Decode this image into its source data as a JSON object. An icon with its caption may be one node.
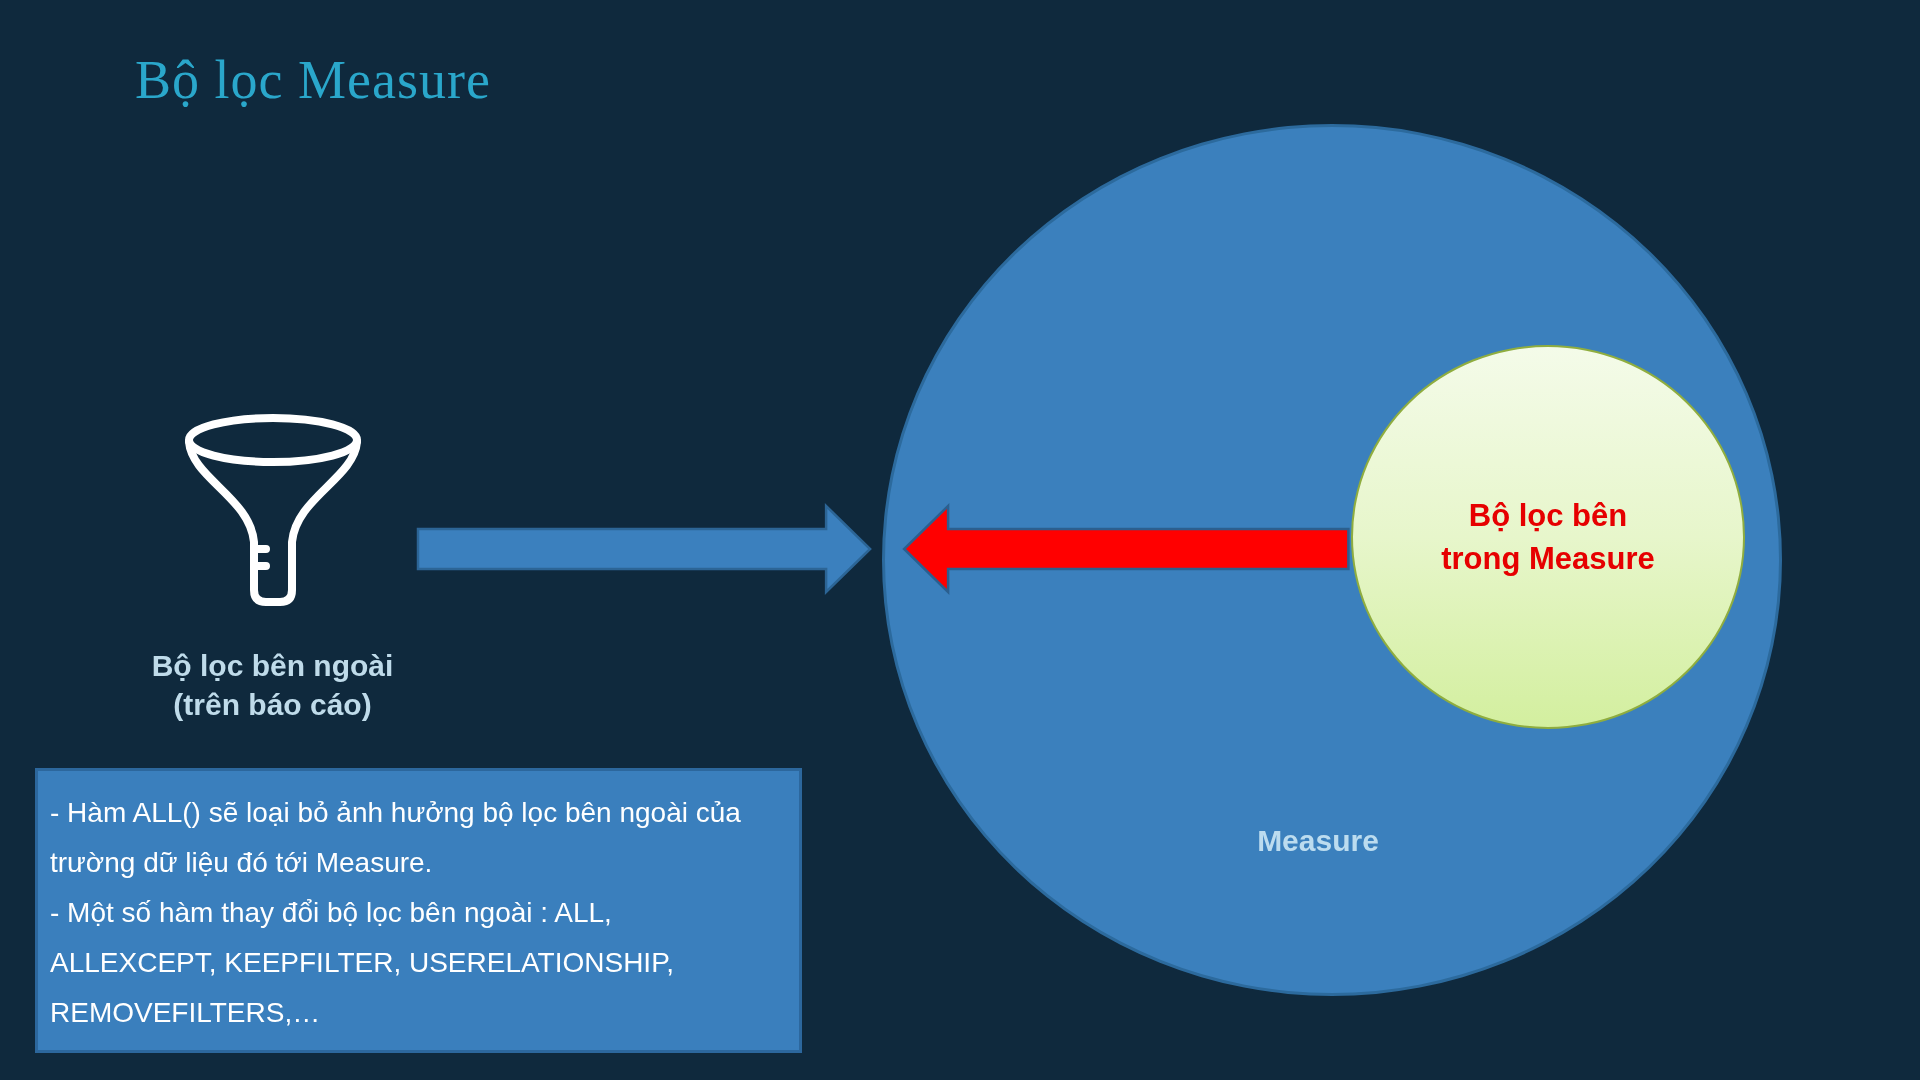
{
  "diagram": {
    "title": "Bộ lọc Measure",
    "nodes": [
      {
        "text": [],
        "shape": "picture",
        "beside": [
          "Bộ lọc bên ngoài (trên báo cáo)"
        ]
      },
      {
        "text": [
          "Measure"
        ]
      },
      {
        "text": [
          "Bộ lọc bên trong Measure"
        ],
        "in": 1
      },
      {
        "text": [
          "- Hàm ALL() sẽ loại bỏ ảnh hưởng bộ lọc bên ngoài của trường dữ liệu đó tới Measure.",
          "- Một số hàm thay đổi bộ lọc bên ngoài : ALL, ALLEXCEPT, KEEPFILTER, USERELATIONSHIP, REMOVEFILTERS,…"
        ]
      }
    ],
    "edges": [
      {
        "from": 0,
        "to": 1,
        "arrow": "to",
        "style": "thick",
        "color": "#3b80be"
      },
      {
        "from": 2,
        "to": 1,
        "arrow": "to",
        "style": "thick",
        "color": "#ff0000"
      }
    ]
  }
}
